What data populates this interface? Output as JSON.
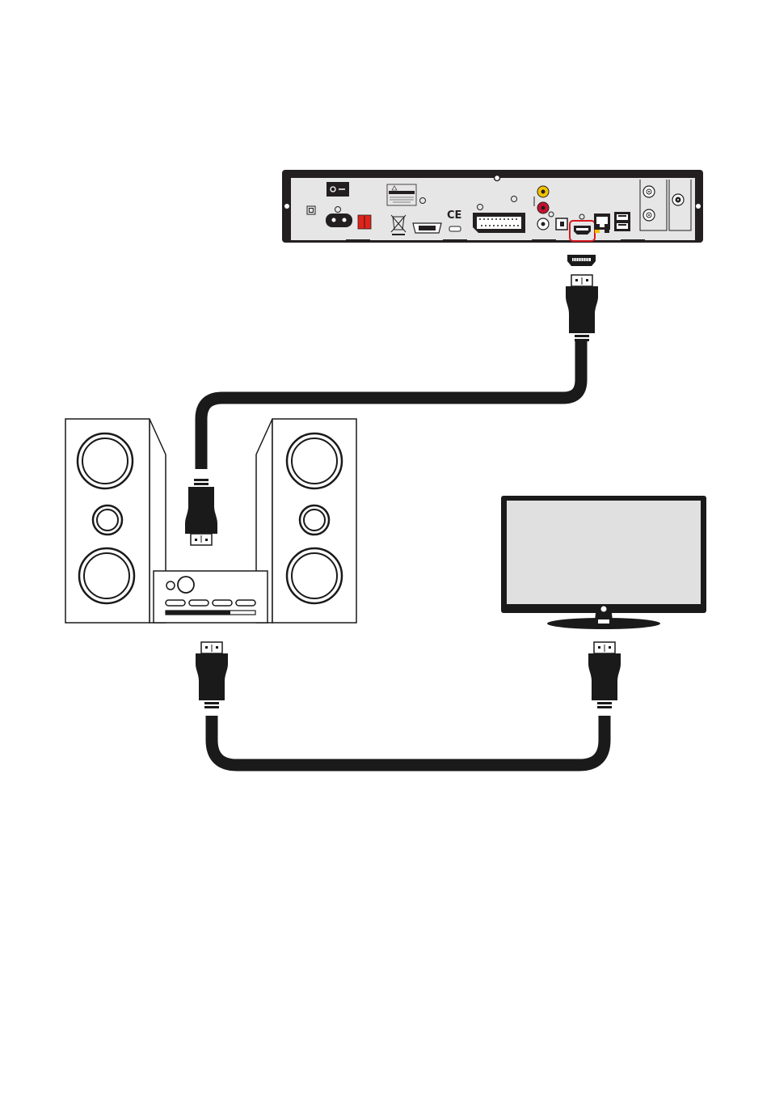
{
  "diagram": {
    "nodes": [
      {
        "id": "receiver",
        "kind": "satellite-receiver-rear-panel"
      },
      {
        "id": "audio-system",
        "kind": "hifi-system-with-speakers"
      },
      {
        "id": "tv",
        "kind": "flat-screen-tv"
      }
    ],
    "connections": [
      {
        "from": "receiver",
        "to": "audio-system",
        "cable": "hdmi"
      },
      {
        "from": "audio-system",
        "to": "tv",
        "cable": "hdmi"
      }
    ],
    "highlighted_port": "hdmi-output"
  },
  "labels": {
    "receiver_ce_mark": "CE"
  },
  "colors": {
    "line": "#1a1a1a",
    "receiver_body": "#231f20",
    "receiver_panel": "#e6e6e6",
    "tv_screen": "#e0e0e0",
    "highlight": "#d71920",
    "video_jack": "#f2c200",
    "audio_jack": "#c8102e",
    "scart_red": "#e2231a"
  },
  "icons": {
    "hdmi_port": "hdmi-port-icon",
    "hdmi_plug": "hdmi-plug-icon",
    "power_switch": "power-switch-icon",
    "weee": "crossed-bin-icon"
  }
}
